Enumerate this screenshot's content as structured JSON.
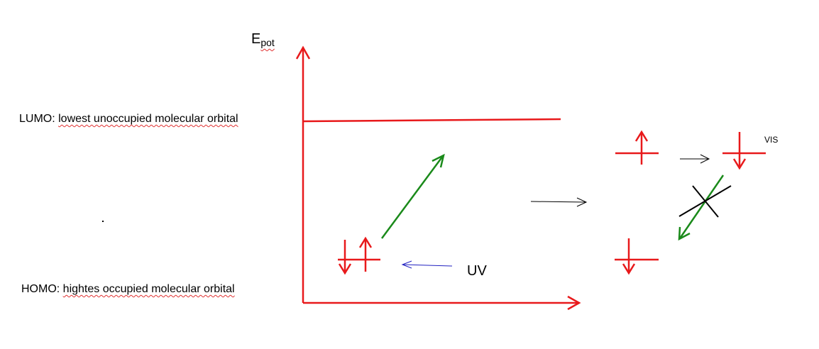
{
  "labels": {
    "lumo_prefix": "LUMO: ",
    "lumo_text": "lowest unoccupied molecular orbital",
    "homo_prefix": "HOMO: ",
    "homo_text": "hightes occupied molecular orbital",
    "axis_main": "E",
    "axis_sub": "pot",
    "uv": "UV",
    "vis": "VIS"
  },
  "colors": {
    "axis": "#e8191b",
    "electron": "#e8191b",
    "uv_arrow": "#2020c0",
    "excitation_arrow": "#1a8a1a",
    "process_arrow": "#000000",
    "forbidden_cross": "#000000"
  }
}
